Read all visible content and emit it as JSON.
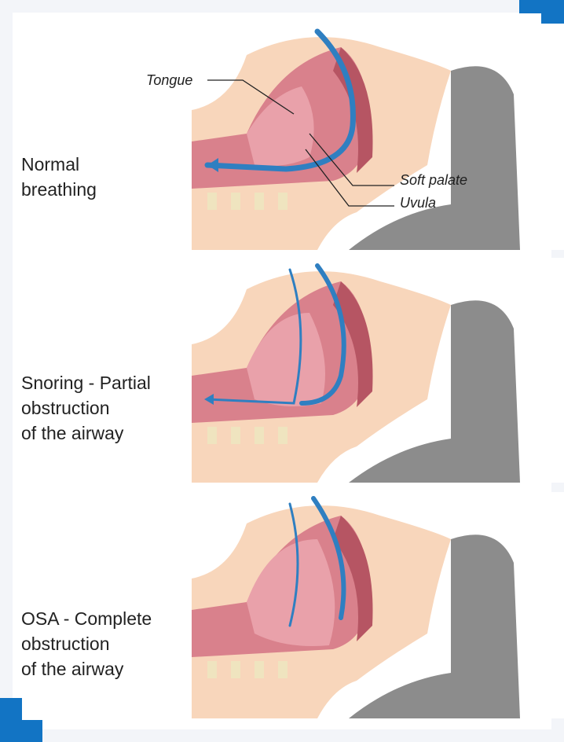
{
  "panels": [
    {
      "label": "Normal\nbreathing",
      "callouts": {
        "tongue": "Tongue",
        "soft_palate": "Soft palate",
        "uvula": "Uvula"
      }
    },
    {
      "label": "Snoring - Partial\nobstruction\nof the airway"
    },
    {
      "label": "OSA - Complete\nobstruction\nof the airway"
    }
  ],
  "colors": {
    "accent": "#1274c4",
    "skin": "#f8d6bb",
    "pillow": "#8c8c8c",
    "tissue": "#d9818c",
    "tissue_dark": "#b65563",
    "bone": "#efe4bf",
    "airflow": "#2f7fc1"
  }
}
